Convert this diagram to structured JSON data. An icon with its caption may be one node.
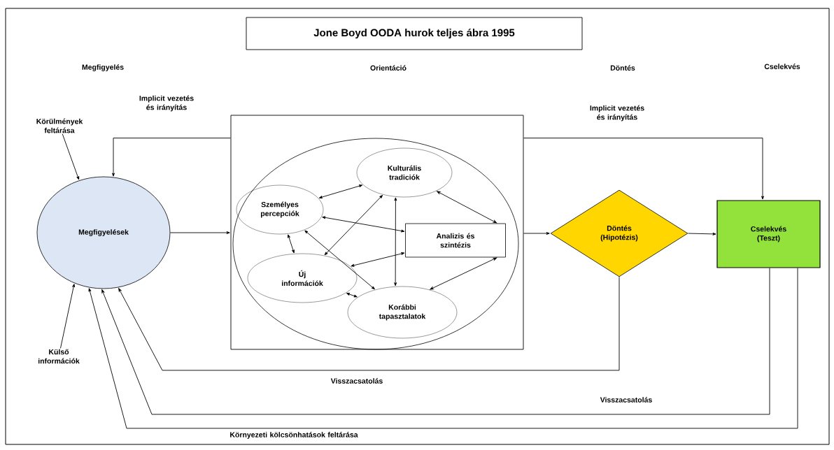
{
  "diagram": {
    "title": "Jone Boyd OODA hurok teljes ábra 1995",
    "nodes": [
      {
        "text": [
          "Körülmények feltárása"
        ]
      },
      {
        "text": [
          "Megfigyelések"
        ]
      },
      {
        "text": [],
        "shape": "box"
      },
      {
        "text": [],
        "shape": "circle",
        "in": 2
      },
      {
        "text": [
          "Kulturális tradiciók"
        ],
        "in": 3
      },
      {
        "text": [
          "Személyes percepciók"
        ],
        "in": 3
      },
      {
        "text": [
          "Analizis és szintézis"
        ],
        "in": 3
      },
      {
        "text": [
          "Új információk"
        ],
        "in": 3
      },
      {
        "text": [
          "Korábbi tapasztalatok"
        ],
        "in": 3
      },
      {
        "text": [
          "Döntés (Hipotézis)"
        ]
      },
      {
        "text": [
          "Cselekvés (Teszt)"
        ]
      },
      {
        "text": [
          "Külső információk"
        ]
      }
    ],
    "edges": [
      {
        "from": 0,
        "to": 1,
        "arrow": "to"
      },
      {
        "from": 11,
        "to": 1,
        "arrow": "to"
      },
      {
        "from": 1,
        "to": 2,
        "arrow": "to"
      },
      {
        "from": 2,
        "to": 1,
        "arrow": "to",
        "label": "Implicit vezetés és irányítás"
      },
      {
        "from": 2,
        "to": 10,
        "arrow": "to",
        "label": "Implicit vezetés és irányítás"
      },
      {
        "from": 2,
        "to": 9,
        "arrow": "to"
      },
      {
        "from": 9,
        "to": 10,
        "arrow": "to"
      },
      {
        "from": 9,
        "to": 1,
        "arrow": "to",
        "label": "Visszacsatolás"
      },
      {
        "from": 10,
        "to": 1,
        "arrow": "to",
        "label": "Visszacsatolás"
      },
      {
        "from": 10,
        "to": 1,
        "arrow": "to",
        "label": "Környezeti kölcsönhatások feltárása"
      },
      {
        "from": 5,
        "to": 4,
        "arrow": "both"
      },
      {
        "from": 5,
        "to": 7,
        "arrow": "both"
      },
      {
        "from": 5,
        "to": 6,
        "arrow": "both"
      },
      {
        "from": 5,
        "to": 8,
        "arrow": "both"
      },
      {
        "from": 7,
        "to": 4,
        "arrow": "both"
      },
      {
        "from": 7,
        "to": 6,
        "arrow": "both"
      },
      {
        "from": 4,
        "to": 8,
        "arrow": "both"
      },
      {
        "from": 4,
        "to": 6,
        "arrow": "both"
      },
      {
        "from": 6,
        "to": 8,
        "arrow": "both"
      },
      {
        "from": 7,
        "to": 8,
        "arrow": "both"
      }
    ],
    "labels": [
      "Megfigyelés",
      "Orientáció",
      "Döntés",
      "Cselekvés"
    ]
  }
}
